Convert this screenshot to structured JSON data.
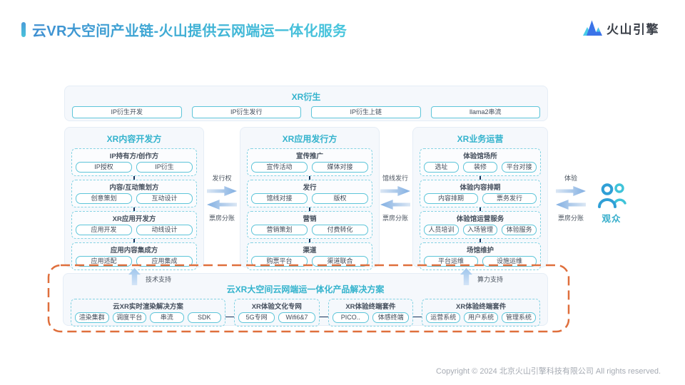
{
  "header": {
    "title": "云VR大空间产业链-火山提供云网端运一体化服务",
    "logo_text": "火山引擎"
  },
  "derivatives": {
    "title": "XR衍生",
    "items": [
      "IP衍生开发",
      "IP衍生发行",
      "IP衍生上链",
      "llama2串流"
    ]
  },
  "columns": [
    {
      "title": "XR内容开发方",
      "groups": [
        {
          "title": "IP持有方/创作方",
          "items": [
            "IP授权",
            "IP衍生"
          ]
        },
        {
          "title": "内容/互动策划方",
          "items": [
            "创意策划",
            "互动设计"
          ]
        },
        {
          "title": "XR应用开发方",
          "items": [
            "应用开发",
            "动线设计"
          ]
        },
        {
          "title": "应用内容集成方",
          "items": [
            "应用适配",
            "应用集成"
          ]
        }
      ]
    },
    {
      "title": "XR应用发行方",
      "groups": [
        {
          "title": "宣传推广",
          "items": [
            "宣传活动",
            "媒体对接"
          ]
        },
        {
          "title": "发行",
          "items": [
            "馆线对接",
            "版权"
          ]
        },
        {
          "title": "营销",
          "items": [
            "营销策划",
            "付费转化"
          ]
        },
        {
          "title": "渠道",
          "items": [
            "购票平台",
            "渠道联合"
          ]
        }
      ]
    },
    {
      "title": "XR业务运营",
      "groups": [
        {
          "title": "体验馆场所",
          "items": [
            "选址",
            "装修",
            "平台对接"
          ]
        },
        {
          "title": "体验内容排期",
          "items": [
            "内容排期",
            "票务发行"
          ]
        },
        {
          "title": "体验馆运营服务",
          "items": [
            "人员培训",
            "入场管理",
            "体验服务"
          ]
        },
        {
          "title": "场馆维护",
          "items": [
            "平台运维",
            "设施运维"
          ]
        }
      ]
    }
  ],
  "flows": [
    {
      "forward": "发行权",
      "back": "票房分账"
    },
    {
      "forward": "馆线发行",
      "back": "票房分账"
    },
    {
      "forward": "体验",
      "back": "票房分账"
    }
  ],
  "audience": {
    "label": "观众",
    "icon": "two-people-icon"
  },
  "solution": {
    "title": "云XR大空间云网端运一体化产品解决方案",
    "supports": [
      {
        "label": "技术支持"
      },
      {
        "label": "算力支持"
      }
    ],
    "groups": [
      {
        "title": "云XR实时渲染解决方案",
        "items": [
          "渲染集群",
          "调度平台",
          "串流",
          "SDK"
        ]
      },
      {
        "title": "XR体验文化专网",
        "items": [
          "5G专网",
          "Wifi6&7"
        ]
      },
      {
        "title": "XR体验终端套件",
        "items": [
          "PICO..",
          "体感终端"
        ]
      },
      {
        "title": "XR体验终端套件",
        "items": [
          "运营系统",
          "用户系统",
          "管理系统"
        ]
      }
    ]
  },
  "footer": {
    "copyright": "Copyright © 2024 北京火山引擎科技有限公司 All rights reserved."
  },
  "colors": {
    "accent_cyan": "#34b3cd",
    "title_blue": "#3e8fd1",
    "title_teal": "#49c6dd",
    "box_border": "#5ec5d9",
    "dashed_border": "#86d3e3",
    "orange_frame": "#df6f3c",
    "connector_navy": "#16335c",
    "logo_blue": "#3a73e8",
    "logo_cyan": "#49cbe8"
  }
}
